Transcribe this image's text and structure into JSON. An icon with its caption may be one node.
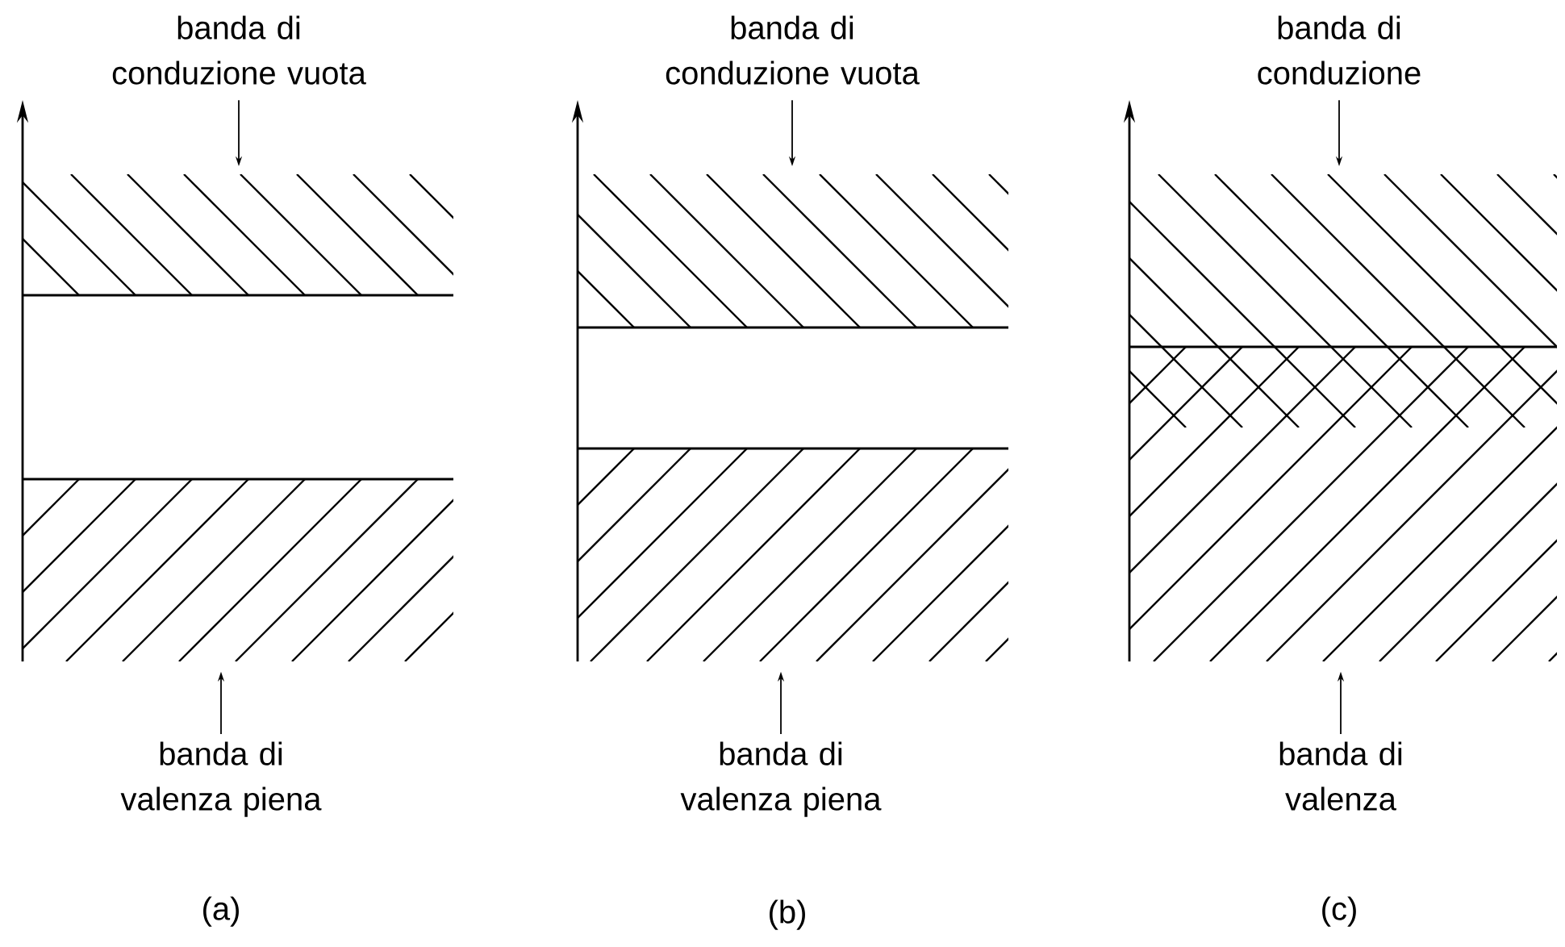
{
  "diagram": {
    "nodes": [
      {
        "text": [
          "banda di conduzione vuota"
        ]
      },
      {
        "text": [],
        "shape": "box"
      },
      {
        "text": [],
        "shape": "box"
      },
      {
        "text": [
          "banda di valenza piena"
        ]
      },
      {
        "text": [
          "banda di conduzione vuota"
        ]
      },
      {
        "text": [],
        "shape": "box"
      },
      {
        "text": [],
        "shape": "box"
      },
      {
        "text": [
          "banda di valenza piena"
        ]
      },
      {
        "text": [
          "banda di conduzione"
        ]
      },
      {
        "text": [],
        "shape": "box"
      },
      {
        "text": [],
        "shape": "box"
      },
      {
        "text": [
          "banda di valenza"
        ]
      }
    ],
    "edges": [
      {
        "from": 0,
        "to": 1,
        "arrow": "to"
      },
      {
        "from": 3,
        "to": 2,
        "arrow": "to"
      },
      {
        "from": 4,
        "to": 5,
        "arrow": "to"
      },
      {
        "from": 7,
        "to": 6,
        "arrow": "to"
      },
      {
        "from": 8,
        "to": 9,
        "arrow": "to"
      },
      {
        "from": 11,
        "to": 10,
        "arrow": "to"
      }
    ],
    "labels": [
      "(a)",
      "(b)",
      "(c)"
    ]
  }
}
